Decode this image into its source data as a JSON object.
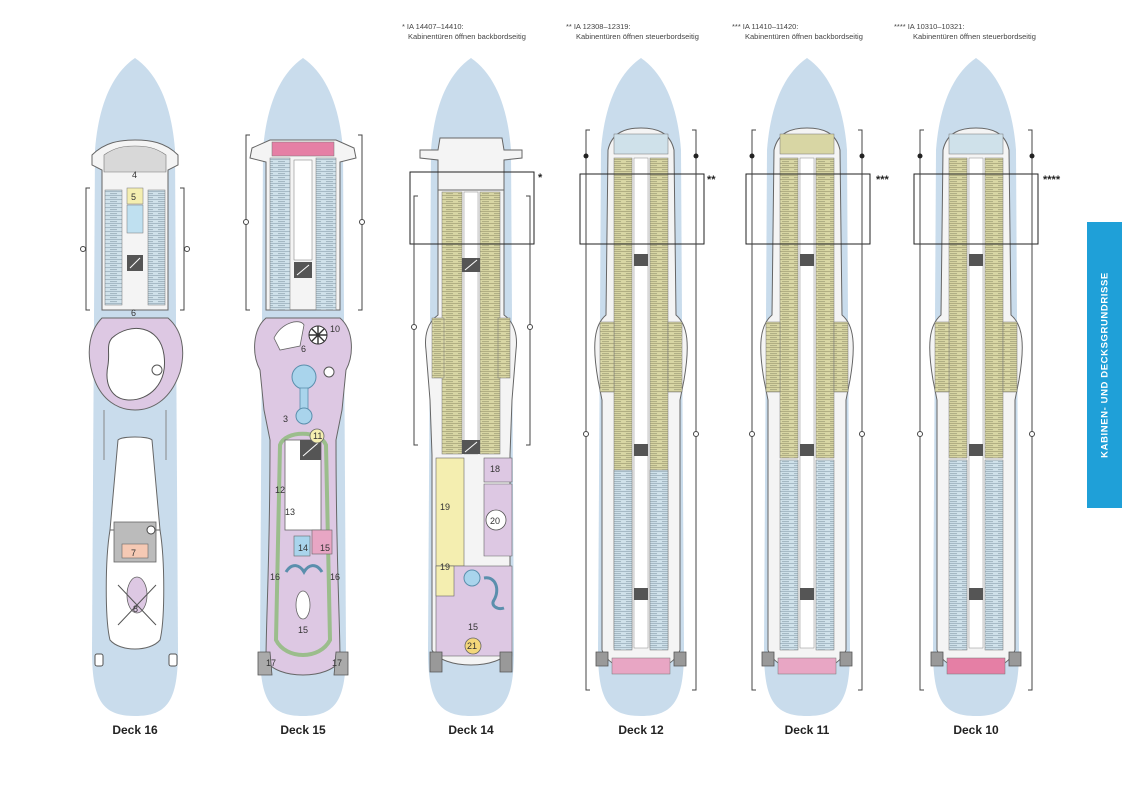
{
  "notes": [
    {
      "mark": "*",
      "range": "IA 14407–14410:",
      "text": "Kabinentüren öffnen backbordseitig"
    },
    {
      "mark": "**",
      "range": "IA 12308–12319:",
      "text": "Kabinentüren öffnen steuerbordseitig"
    },
    {
      "mark": "***",
      "range": "IA 11410–11420:",
      "text": "Kabinentüren öffnen backbordseitig"
    },
    {
      "mark": "****",
      "range": "IA 10310–10321:",
      "text": "Kabinentüren öffnen steuerbordseitig"
    }
  ],
  "decks": [
    {
      "label": "Deck 16"
    },
    {
      "label": "Deck 15"
    },
    {
      "label": "Deck 14"
    },
    {
      "label": "Deck 12",
      "mark": "**"
    },
    {
      "label": "Deck 11",
      "mark": "***"
    },
    {
      "label": "Deck 10",
      "mark": "****"
    }
  ],
  "deck14_mark": "*",
  "area_numbers": {
    "deck16": [
      "4",
      "5",
      "6",
      "7",
      "8"
    ],
    "deck15": [
      "6",
      "10",
      "3",
      "11",
      "12",
      "13",
      "14",
      "15",
      "16",
      "16",
      "15",
      "17",
      "17"
    ],
    "deck14": [
      "18",
      "19",
      "20",
      "19",
      "15",
      "21"
    ]
  },
  "side_tab": "KABINEN- UND DECKSGRUNDRISSE",
  "colors": {
    "water": "#c9dcec",
    "deck": "#f4f4f4",
    "cabin": "#d8d6a4",
    "cabin_blue": "#cfe1ea",
    "lilac": "#ddc8e3",
    "yellow": "#f4eeb0",
    "pink": "#e57fa5",
    "tab": "#1fa0d8"
  }
}
